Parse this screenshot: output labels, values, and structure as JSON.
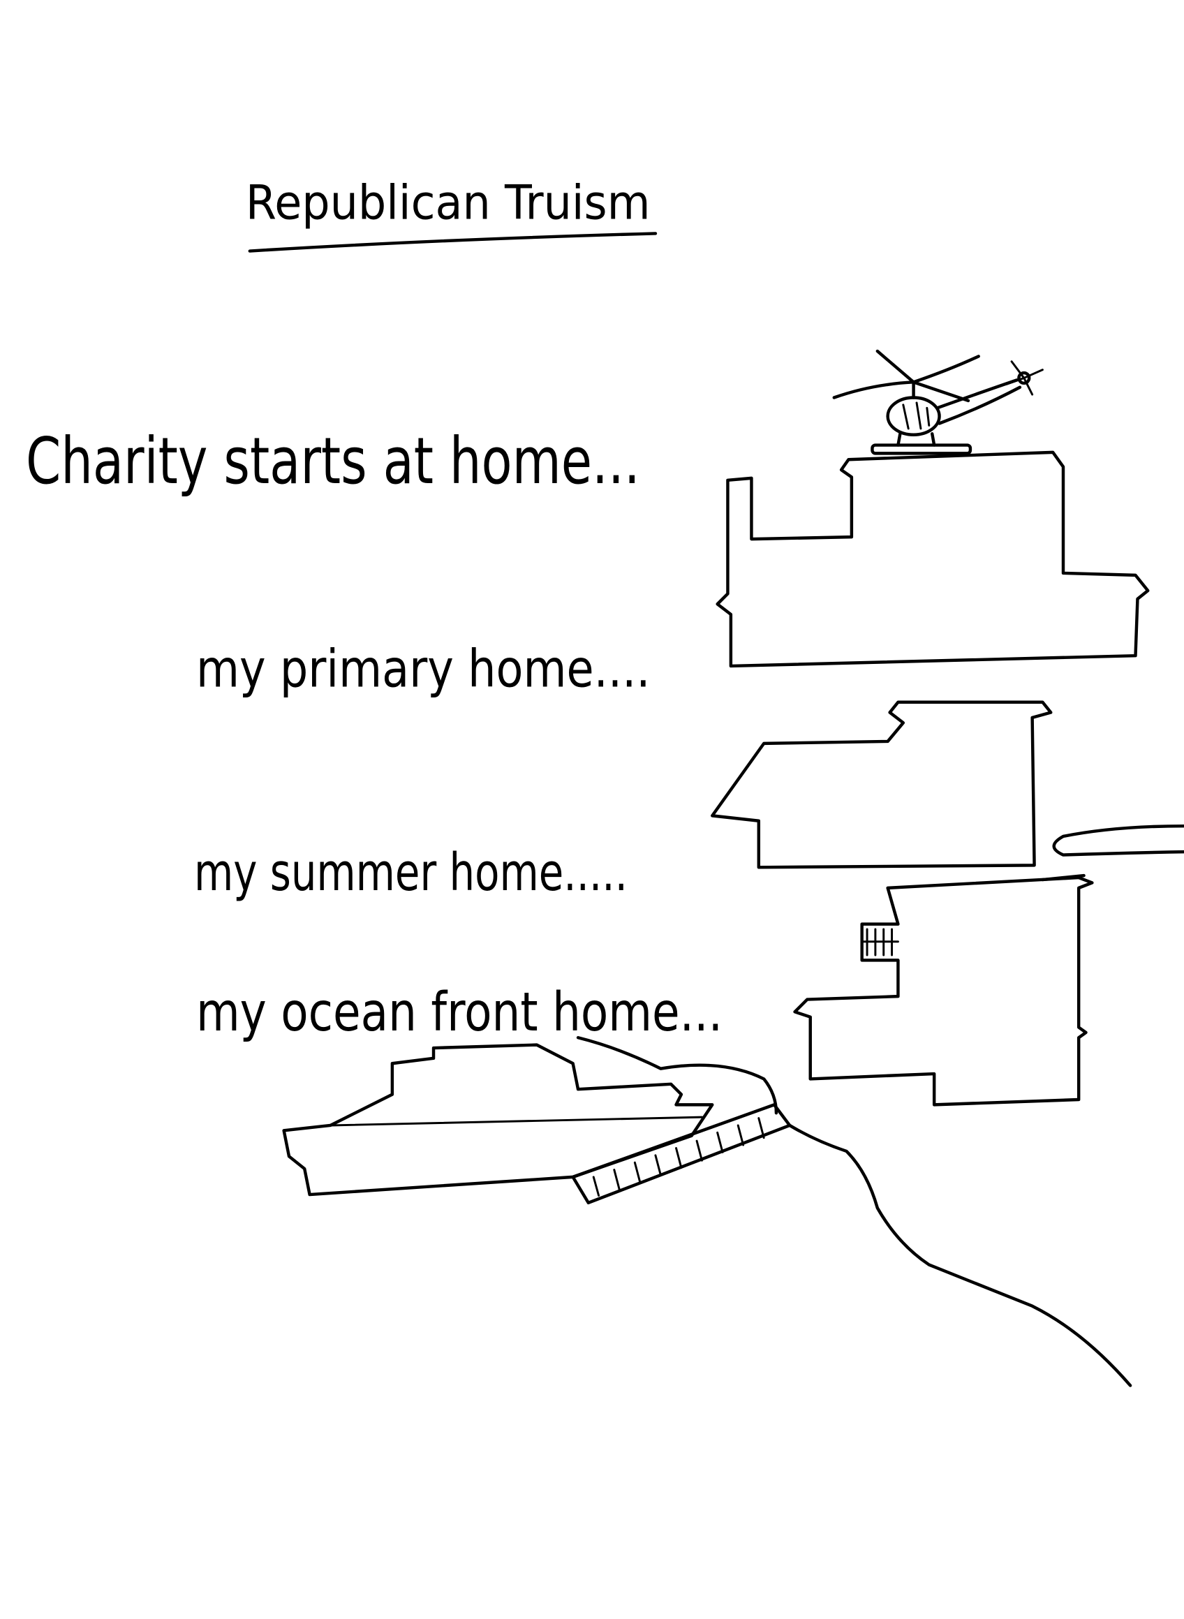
{
  "title": "Republican Truism",
  "lines": [
    "Charity starts at home...",
    "my primary home....",
    "my summer home.....",
    "my ocean front home..."
  ],
  "ink_color": "#000000",
  "paper_color": "#ffffff"
}
